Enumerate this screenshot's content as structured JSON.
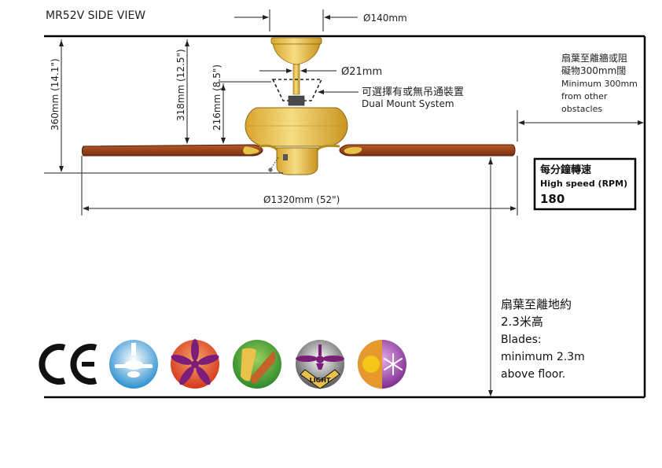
{
  "title": "MR52V  SIDE VIEW",
  "dims": {
    "canopy_diameter": "Ø140mm",
    "downrod_diameter": "Ø21mm",
    "height_total": "360mm (14.1\")",
    "height_mid": "318mm (12.5\")",
    "height_short": "216mm (8.5\")",
    "blade_span": "Ø1320mm  (52\")"
  },
  "mount": {
    "line1": "可選擇有或無吊通裝置",
    "line2": "Dual Mount System"
  },
  "wall_clearance": {
    "zh1": "扇葉至離牆或阻",
    "zh2": "礙物300mm闊",
    "en1": "Minimum 300mm",
    "en2": "from other",
    "en3": "obstacles"
  },
  "speed_box": {
    "zh": "每分鐘轉速",
    "en": "High speed (RPM)",
    "value": "180"
  },
  "floor_clearance": {
    "zh1": "扇葉至離地約",
    "zh2": "2.3米高",
    "en1": "Blades:",
    "en2": "minimum 2.3m",
    "en3": "above floor."
  },
  "icons": {
    "ce_mark": "CE",
    "light_label": "LIGHT",
    "names": [
      "ce-mark-icon",
      "dual-mount-fan-icon",
      "five-blade-fan-icon",
      "reversible-blade-icon",
      "light-kit-icon",
      "summer-winter-icon"
    ]
  },
  "colors": {
    "blade_dark": "#8B3A12",
    "blade_light": "#C8703A",
    "brass": "#E8C24A",
    "brass_dark": "#B58A1C",
    "frame": "#000000"
  }
}
